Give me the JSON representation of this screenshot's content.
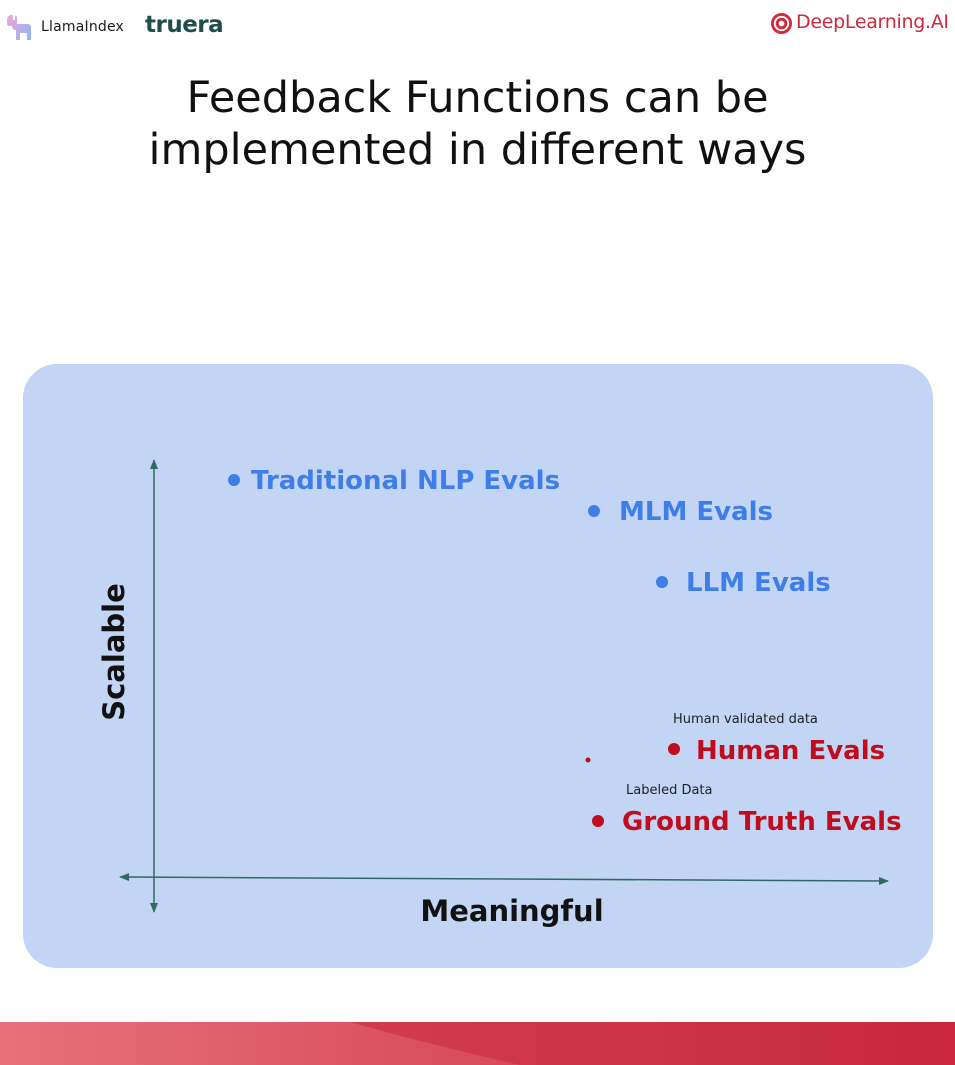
{
  "header": {
    "llamaindex_label": "LlamaIndex",
    "truera_label": "truera",
    "deeplearning_label": "DeepLearning.AI"
  },
  "title": {
    "line1": "Feedback Functions can be",
    "line2": "implemented in different ways"
  },
  "diagram": {
    "x_axis_label": "Meaningful",
    "y_axis_label": "Scalable",
    "axis_color": "#2e6b5e",
    "panel_color": "#c3d5f5",
    "points": [
      {
        "label": "Traditional NLP Evals",
        "color": "#3f7ee8",
        "note": ""
      },
      {
        "label": "MLM Evals",
        "color": "#3f7ee8",
        "note": ""
      },
      {
        "label": "LLM Evals",
        "color": "#3f7ee8",
        "note": ""
      },
      {
        "label": "Human Evals",
        "color": "#c00d1e",
        "note": "Human validated data"
      },
      {
        "label": "Ground Truth Evals",
        "color": "#c00d1e",
        "note": "Labeled Data"
      }
    ]
  },
  "footer": {
    "colors": [
      "#e8707c",
      "#c9283c"
    ]
  }
}
